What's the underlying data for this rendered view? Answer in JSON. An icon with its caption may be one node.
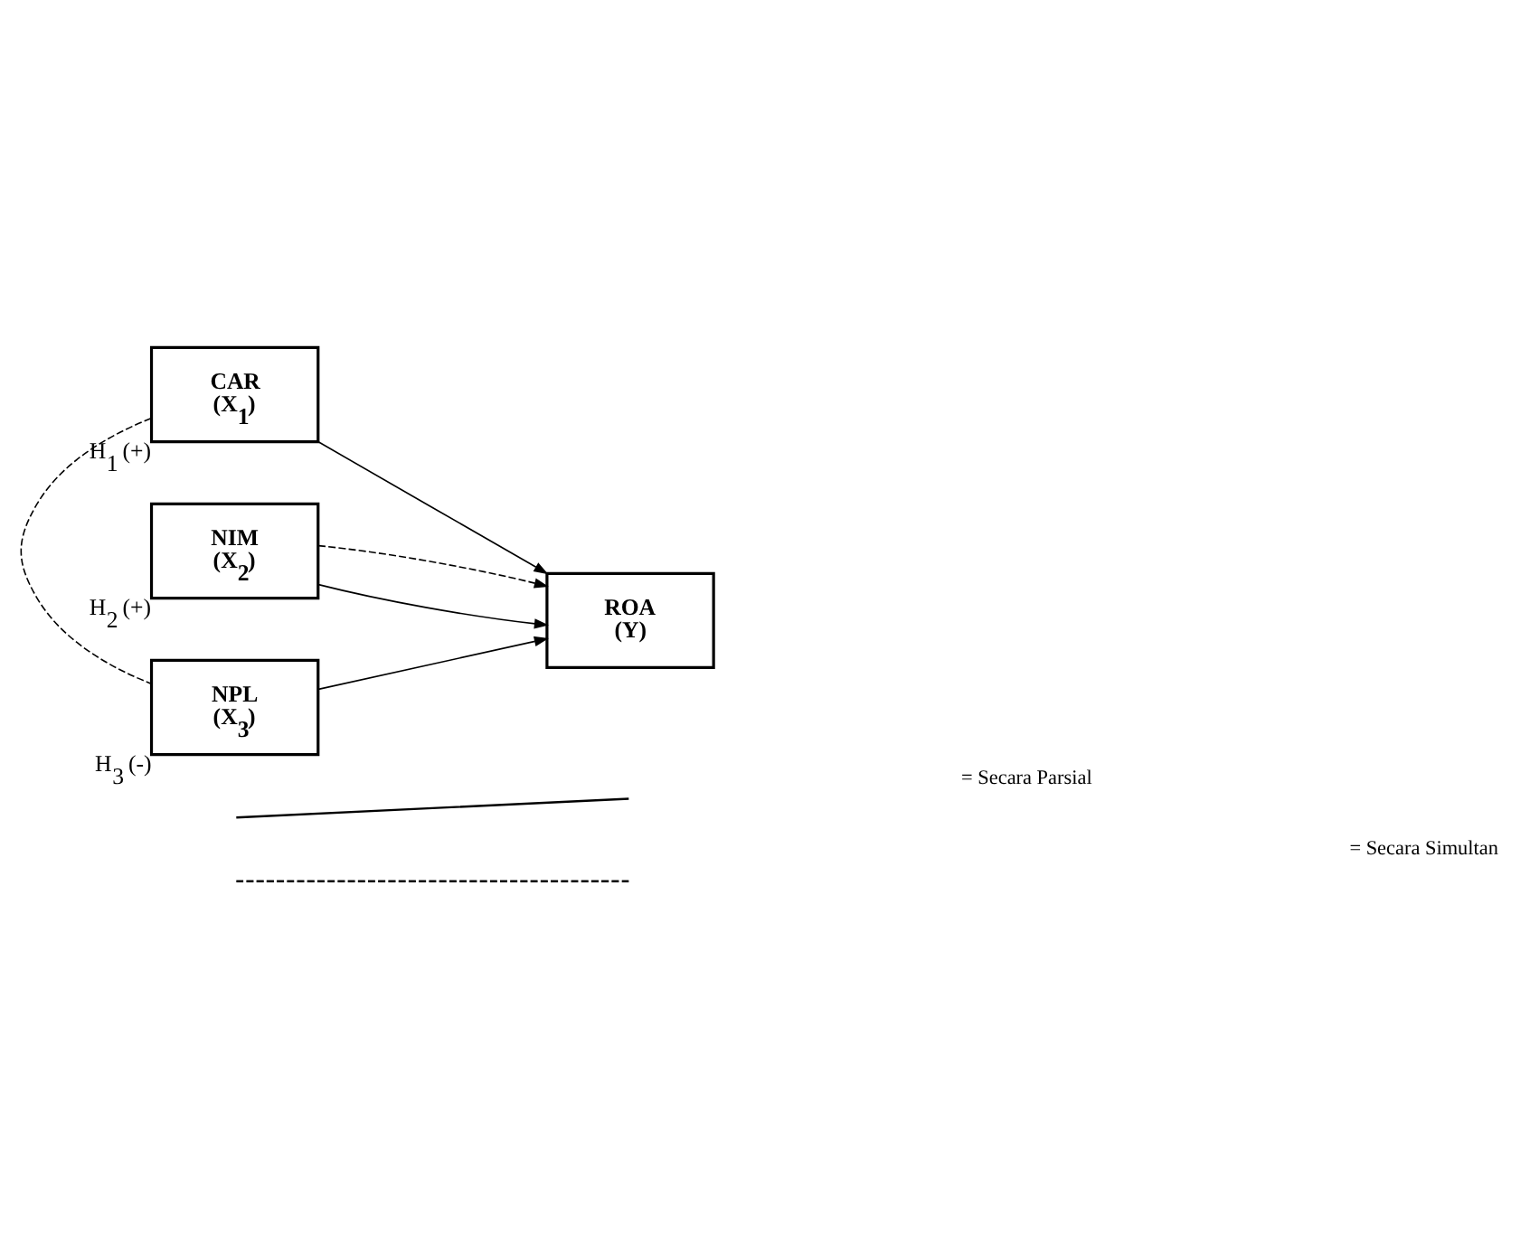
{
  "diagram": {
    "nodes": [
      {
        "text": [
          "CAR",
          "(X$_{1}$)"
        ],
        "beside": [
          "H$_{1}$ (+)"
        ]
      },
      {
        "text": [
          "NIM",
          "(X$_{2}$)"
        ],
        "beside": [
          "H$_{2}$ (+)"
        ]
      },
      {
        "text": [
          "NPL",
          "(X$_{3}$)"
        ],
        "beside": [
          "H$_{3}$ (-)"
        ]
      },
      {
        "text": [
          "ROA",
          "(Y)"
        ]
      }
    ],
    "edges": [
      {
        "from": 0,
        "to": 3,
        "arrow": "to"
      },
      {
        "from": 1,
        "to": 3,
        "arrow": "to"
      },
      {
        "from": 2,
        "to": 3,
        "arrow": "to"
      },
      {
        "from": 0,
        "to": 2,
        "arrow": "none",
        "style": "dashed"
      },
      {
        "from": 1,
        "to": 3,
        "arrow": "to",
        "style": "dashed"
      }
    ],
    "legend": [
      {
        "text": "= Secara Parsial"
      },
      {
        "text": "= Secara Simultan"
      }
    ]
  }
}
